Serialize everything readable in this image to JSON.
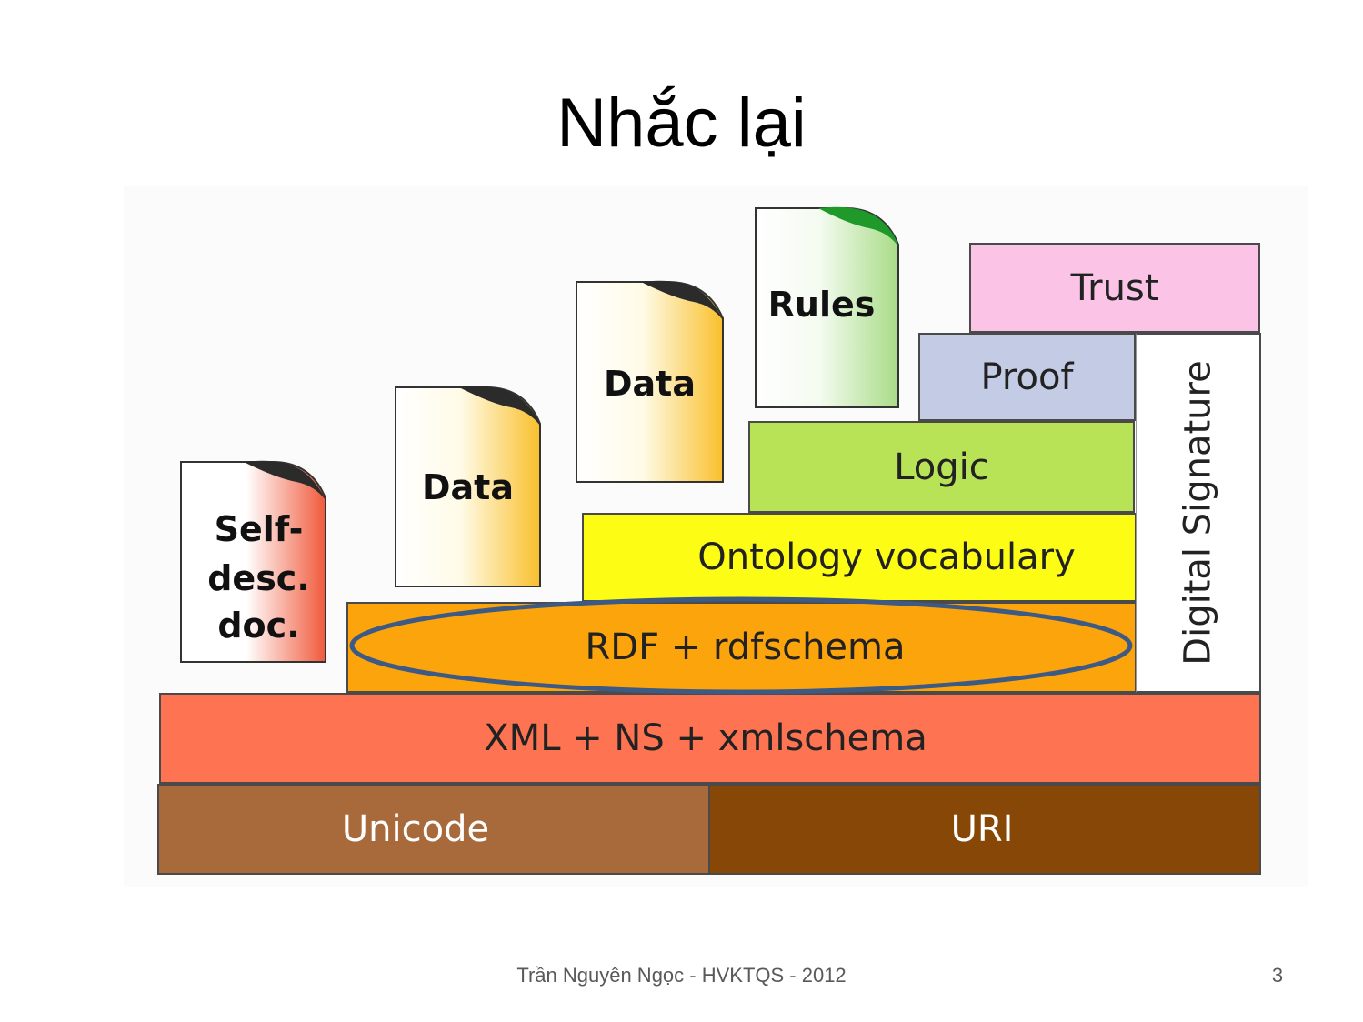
{
  "slide": {
    "title": "Nhắc lại",
    "footer": "Trần Nguyên Ngọc - HVKTQS - 2012",
    "page_number": "3"
  },
  "diagram": {
    "layers": {
      "unicode": "Unicode",
      "uri": "URI",
      "xml": "XML + NS + xmlschema",
      "rdf": "RDF + rdfschema",
      "ontology": "Ontology vocabulary",
      "logic": "Logic",
      "proof": "Proof",
      "trust": "Trust",
      "signature": "Digital Signature"
    },
    "documents": {
      "self_desc": [
        "Self-",
        "desc.",
        "doc."
      ],
      "data1": "Data",
      "data2": "Data",
      "rules": "Rules"
    },
    "highlighted_layer": "RDF + rdfschema",
    "colors": {
      "unicode": "#a86a3b",
      "uri": "#874707",
      "xml": "#fe7351",
      "rdf": "#fca40c",
      "ontology": "#fcfc14",
      "logic": "#b9e357",
      "proof": "#c4cbe4",
      "trust": "#fbc4e6",
      "signature": "#ffffff",
      "highlight_ellipse": "#3d5a85"
    }
  }
}
